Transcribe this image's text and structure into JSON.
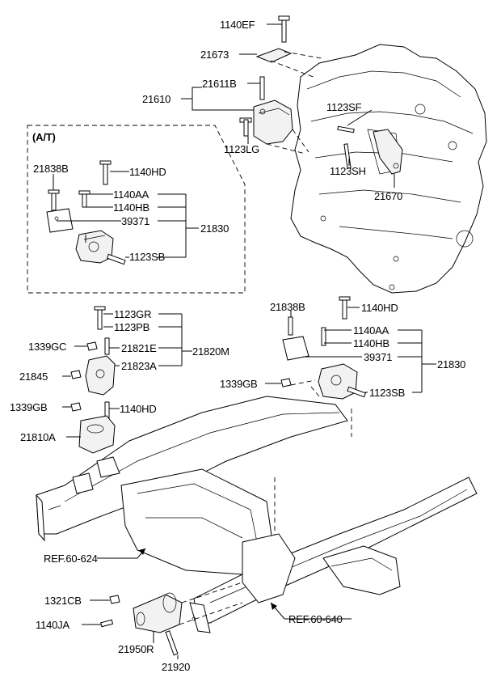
{
  "diagram": {
    "at_box_label": "(A/T)",
    "labels": {
      "l1140EF": "1140EF",
      "l21673": "21673",
      "l21611B": "21611B",
      "l21610": "21610",
      "l1123LG": "1123LG",
      "l1123SF": "1123SF",
      "l1123SH": "1123SH",
      "l21670": "21670",
      "at_21838B": "21838B",
      "at_1140HD": "1140HD",
      "at_1140AA": "1140AA",
      "at_1140HB": "1140HB",
      "at_39371": "39371",
      "at_21830": "21830",
      "at_1123SB": "1123SB",
      "l1123GR": "1123GR",
      "l1123PB": "1123PB",
      "l1339GC": "1339GC",
      "l21821E": "21821E",
      "l21820M": "21820M",
      "l21845": "21845",
      "l21823A": "21823A",
      "l1339GB_left": "1339GB",
      "l1140HD_left": "1140HD",
      "l21810A": "21810A",
      "r_21838B": "21838B",
      "r_1140HD": "1140HD",
      "r_1140AA": "1140AA",
      "r_1140HB": "1140HB",
      "r_39371": "39371",
      "r_21830": "21830",
      "r_1339GB": "1339GB",
      "r_1123SB": "1123SB",
      "ref624": "REF.60-624",
      "ref640": "REF.60-640",
      "l1321CB": "1321CB",
      "l1140JA": "1140JA",
      "l21950R": "21950R",
      "l21920": "21920"
    }
  }
}
